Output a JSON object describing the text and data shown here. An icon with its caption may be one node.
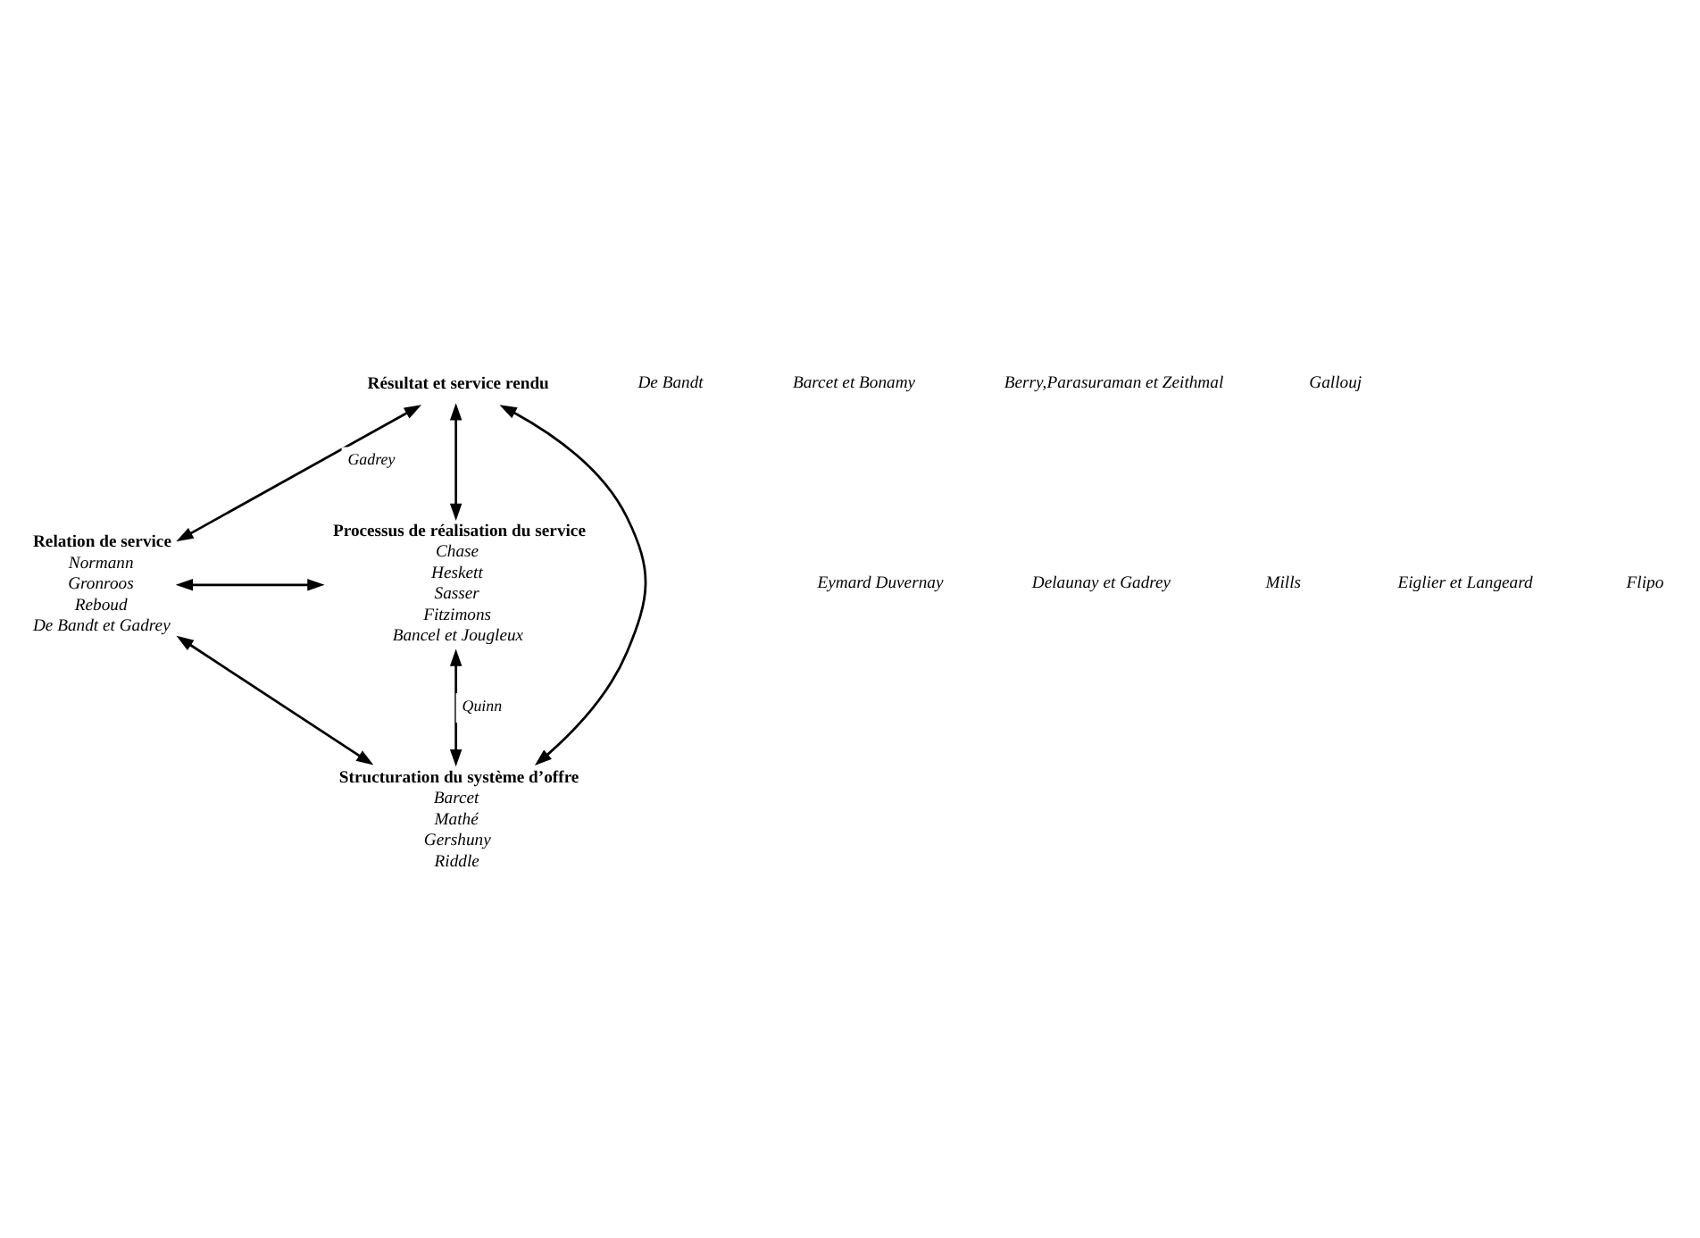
{
  "diagram": {
    "nodes": [
      {
        "text": [
          "Résultat et service rendu"
        ]
      },
      {
        "text": [
          "Relation de service"
        ],
        "beside": [
          "Normann",
          "Gronroos",
          "Reboud",
          "De Bandt et Gadrey"
        ]
      },
      {
        "text": [
          "Processus de réalisation du service"
        ],
        "beside": [
          "Chase",
          "Heskett",
          "Sasser",
          "Fitzimons",
          "Bancel et Jougleux"
        ]
      },
      {
        "text": [
          "Structuration du système d’offre"
        ],
        "beside": [
          "Barcet",
          "Mathé",
          "Gershuny",
          "Riddle"
        ]
      }
    ],
    "edges": [
      {
        "from": 0,
        "to": 3,
        "arrow": "both"
      },
      {
        "from": 1,
        "to": 2,
        "arrow": "both"
      },
      {
        "from": 0,
        "to": 1,
        "arrow": "both",
        "label": "Gadrey"
      },
      {
        "from": 0,
        "to": 2,
        "arrow": "both"
      },
      {
        "from": 1,
        "to": 3,
        "arrow": "both"
      },
      {
        "from": 2,
        "to": 3,
        "arrow": "both",
        "label": "Quinn"
      }
    ],
    "labels": [
      "De Bandt",
      "Barcet et Bonamy",
      "Berry,Parasuraman et Zeithmal",
      "Gallouj",
      "Eymard Duvernay",
      "Delaunay et Gadrey",
      "Mills",
      "Eiglier et Langeard",
      "Flipo"
    ]
  }
}
